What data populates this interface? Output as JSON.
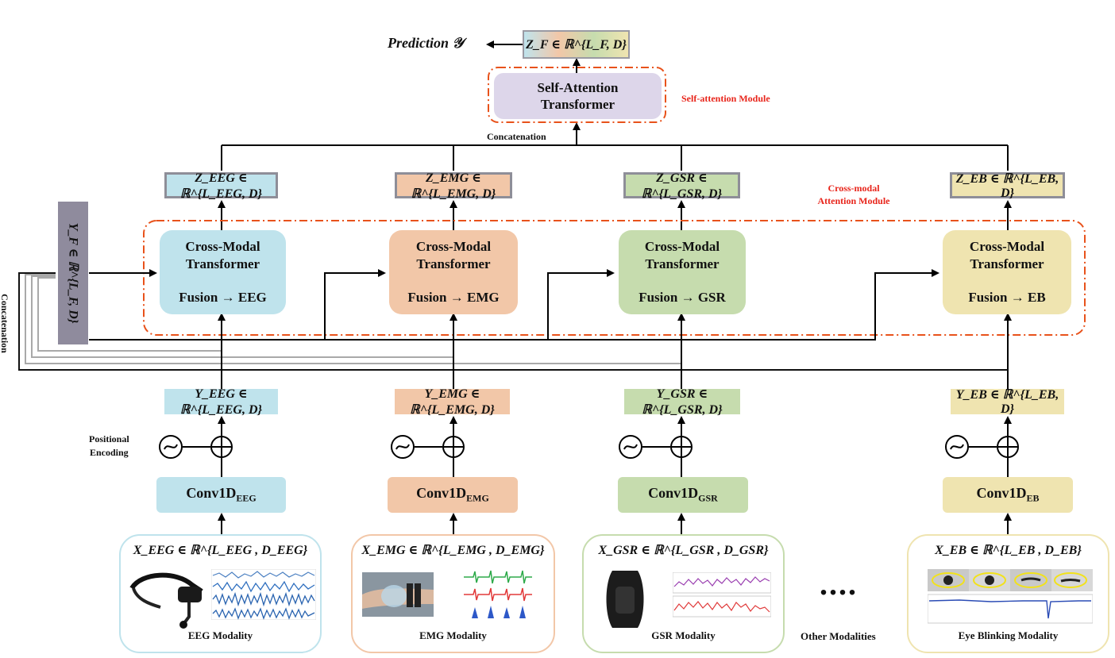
{
  "prediction": "Prediction 𝒴",
  "z_f": "Z_F ∈ ℝ^{L_F, D}",
  "self_attention": {
    "line1": "Self-Attention",
    "line2": "Transformer",
    "module_label": "Self-attention Module"
  },
  "concatenation_top": "Concatenation",
  "concatenation_side": "Concatenation",
  "cross_modal_module_label": {
    "line1": "Cross-modal",
    "line2": "Attention Module"
  },
  "y_f": "Y_F ∈ ℝ^{L_F, D}",
  "positional_encoding": {
    "line1": "Positional",
    "line2": "Encoding"
  },
  "other_modalities": {
    "dots": "....",
    "label": "Other Modalities"
  },
  "colors": {
    "eeg": "#bfe3ec",
    "emg": "#f2c7a8",
    "gsr": "#c6dcae",
    "eb": "#efe4b0",
    "self_attn": "#ddd6ea",
    "y_f": "#8f8b9d",
    "red": "#e8251b",
    "gray_border": "#8e8e98"
  },
  "branches": {
    "eeg": {
      "z": "Z_EEG ∈ ℝ^{L_EEG, D}",
      "cm_title_1": "Cross-Modal",
      "cm_title_2": "Transformer",
      "fusion": "Fusion → EEG",
      "y": "Y_EEG ∈ ℝ^{L_EEG, D}",
      "conv": "Conv1D",
      "conv_sub": "EEG",
      "x": "X_EEG ∈ ℝ^{L_EEG , D_EEG}",
      "modality": "EEG Modality"
    },
    "emg": {
      "z": "Z_EMG ∈ ℝ^{L_EMG, D}",
      "cm_title_1": "Cross-Modal",
      "cm_title_2": "Transformer",
      "fusion": "Fusion → EMG",
      "y": "Y_EMG ∈ ℝ^{L_EMG, D}",
      "conv": "Conv1D",
      "conv_sub": "EMG",
      "x": "X_EMG ∈ ℝ^{L_EMG , D_EMG}",
      "modality": "EMG Modality"
    },
    "gsr": {
      "z": "Z_GSR ∈ ℝ^{L_GSR, D}",
      "cm_title_1": "Cross-Modal",
      "cm_title_2": "Transformer",
      "fusion": "Fusion → GSR",
      "y": "Y_GSR ∈ ℝ^{L_GSR, D}",
      "conv": "Conv1D",
      "conv_sub": "GSR",
      "x": "X_GSR ∈ ℝ^{L_GSR , D_GSR}",
      "modality": "GSR Modality"
    },
    "eb": {
      "z": "Z_EB ∈ ℝ^{L_EB, D}",
      "cm_title_1": "Cross-Modal",
      "cm_title_2": "Transformer",
      "fusion": "Fusion → EB",
      "y": "Y_EB ∈ ℝ^{L_EB, D}",
      "conv": "Conv1D",
      "conv_sub": "EB",
      "x": "X_EB ∈ ℝ^{L_EB , D_EB}",
      "modality": "Eye Blinking Modality"
    }
  }
}
